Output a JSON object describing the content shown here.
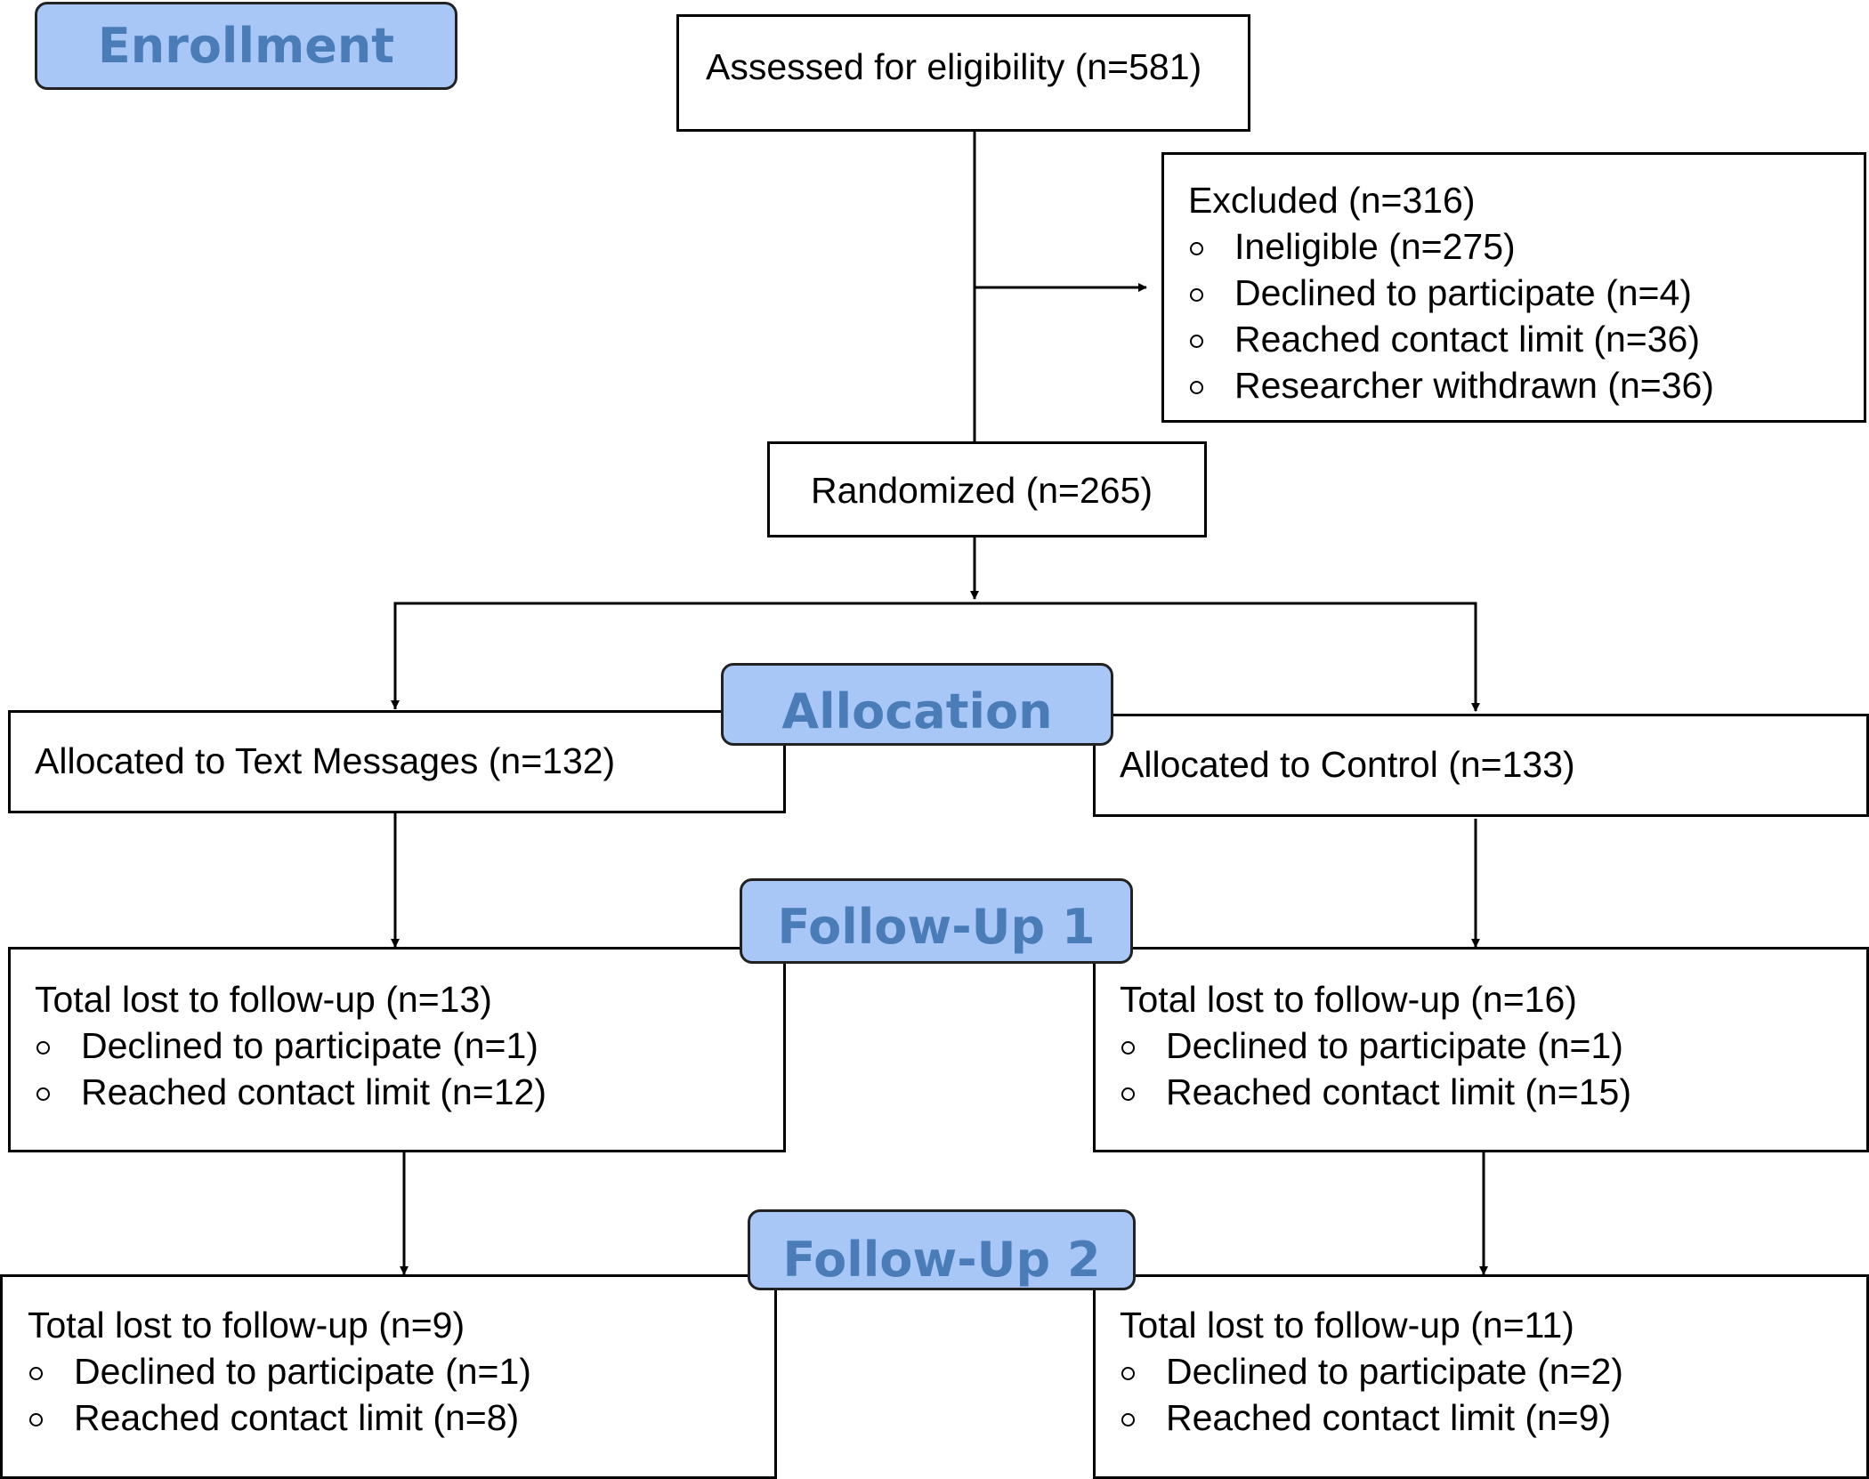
{
  "stages": {
    "enrollment": "Enrollment",
    "allocation": "Allocation",
    "followup1": "Follow-Up 1",
    "followup2": "Follow-Up 2"
  },
  "assessed": "Assessed for eligibility (n=581)",
  "excluded": {
    "title": "Excluded  (n=316)",
    "items": [
      "Ineligible (n=275)",
      "Declined to participate (n=4)",
      "Reached contact limit (n=36)",
      "Researcher withdrawn (n=36)"
    ]
  },
  "randomized": "Randomized (n=265)",
  "allocated_text": "Allocated to Text Messages (n=132)",
  "allocated_control": "Allocated to Control (n=133)",
  "fu1_text": {
    "title": "Total lost to follow-up (n=13)",
    "items": [
      "Declined to participate (n=1)",
      "Reached contact limit (n=12)"
    ]
  },
  "fu1_control": {
    "title": "Total lost to follow-up (n=16)",
    "items": [
      "Declined to participate (n=1)",
      "Reached contact limit (n=15)"
    ]
  },
  "fu2_text": {
    "title": "Total lost to follow-up (n=9)",
    "items": [
      "Declined to participate (n=1)",
      "Reached contact limit (n=8)"
    ]
  },
  "fu2_control": {
    "title": "Total lost to follow-up (n=11)",
    "items": [
      "Declined to participate (n=2)",
      "Reached contact limit (n=9)"
    ]
  },
  "colors": {
    "stage_fill": "#a8c7f7",
    "stage_text": "#4a7db8",
    "lines": "#000000"
  }
}
